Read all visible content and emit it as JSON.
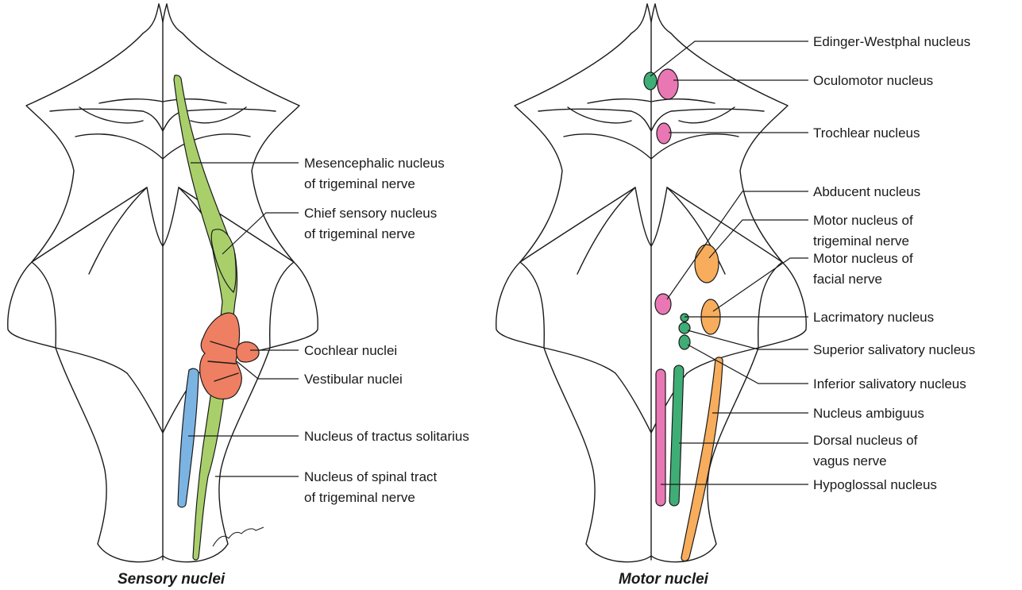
{
  "colors": {
    "green_light": "#a9cf6b",
    "salmon": "#ef7f62",
    "blue": "#7bb4e3",
    "pink": "#e977b4",
    "teal_green": "#3fae76",
    "orange": "#f7ad5c"
  },
  "sensory": {
    "caption": "Sensory nuclei",
    "labels": {
      "mesencephalic_1": "Mesencephalic nucleus",
      "mesencephalic_2": "of trigeminal nerve",
      "chief_1": "Chief sensory nucleus",
      "chief_2": "of trigeminal nerve",
      "cochlear": "Cochlear nuclei",
      "vestibular": "Vestibular nuclei",
      "solitarius": "Nucleus of tractus solitarius",
      "spinal_1": "Nucleus of spinal tract",
      "spinal_2": "of trigeminal nerve"
    },
    "signature": "yogesh"
  },
  "motor": {
    "caption": "Motor nuclei",
    "labels": {
      "edinger": "Edinger-Westphal nucleus",
      "oculomotor": "Oculomotor nucleus",
      "trochlear": "Trochlear nucleus",
      "abducent": "Abducent nucleus",
      "trigeminal_1": "Motor nucleus of",
      "trigeminal_2": "trigeminal nerve",
      "facial_1": "Motor nucleus of",
      "facial_2": "facial nerve",
      "lacrimatory": "Lacrimatory nucleus",
      "superior_sal": "Superior salivatory nucleus",
      "inferior_sal": "Inferior salivatory nucleus",
      "ambiguus": "Nucleus ambiguus",
      "dorsal_vagus_1": "Dorsal nucleus of",
      "dorsal_vagus_2": "vagus nerve",
      "hypoglossal": "Hypoglossal nucleus"
    }
  }
}
